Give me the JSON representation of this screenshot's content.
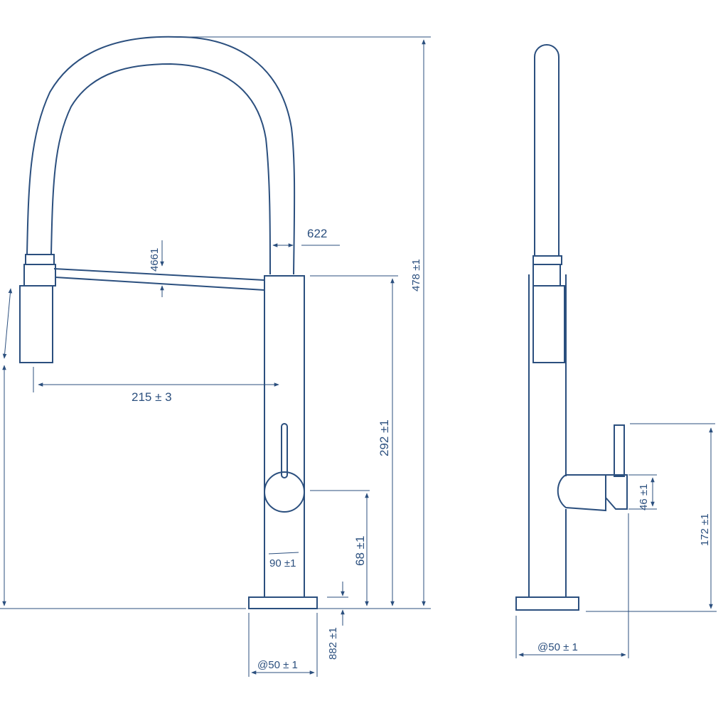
{
  "dimensions": {
    "reach": "215 ± 3",
    "hose_width": "622",
    "spray_thickness": "4661",
    "total_height": "478 ±1",
    "body_height": "292 ±1",
    "handle_height": "68 ±1",
    "body_diameter": "90 ±1",
    "base_thickness": "882 ±1",
    "base_diameter_front": "@50 ± 1",
    "base_diameter_side": "@50 ± 1",
    "lever_height": "172 ±1",
    "lever_width": "46 ±1"
  },
  "colors": {
    "ink": "#2b4f7e"
  }
}
